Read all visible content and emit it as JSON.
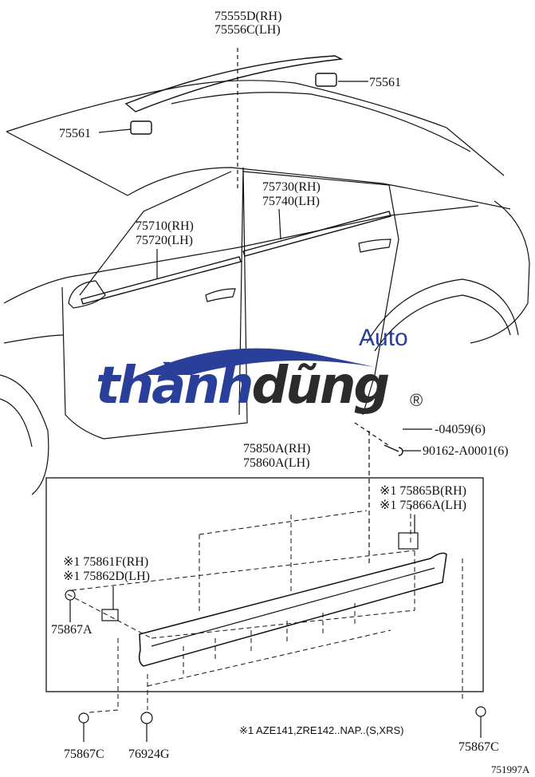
{
  "labels": {
    "roof_molding_rh": "75555D(RH)",
    "roof_molding_lh": "75556C(LH)",
    "clip_right": "75561",
    "clip_left": "75561",
    "rear_door_belt_rh": "75730(RH)",
    "rear_door_belt_lh": "75740(LH)",
    "front_door_belt_rh": "75710(RH)",
    "front_door_belt_lh": "75720(LH)",
    "screw_partial": "-04059(6)",
    "screw_2": "90162-A0001(6)",
    "rocker_rh": "75850A(RH)",
    "rocker_lh": "75860A(LH)",
    "bracket_rear_rh": "※1 75865B(RH)",
    "bracket_rear_lh": "※1 75866A(LH)",
    "bracket_front_rh": "※1 75861F(RH)",
    "bracket_front_lh": "※1 75862D(LH)",
    "clip_75867a": "75867A",
    "clip_75867c_left": "75867C",
    "clip_76924g": "76924G",
    "clip_75867c_right": "75867C",
    "footnote": "※1 AZE141,ZRE142..NAP..(S,XRS)",
    "diagram_id": "751997A"
  },
  "watermark": {
    "brand_part1": "thành",
    "brand_part2": "dũng",
    "auto": "Auto",
    "registered": "®"
  },
  "colors": {
    "brand_blue": "#2a3f9a",
    "brand_dark": "#2b2b2b"
  }
}
